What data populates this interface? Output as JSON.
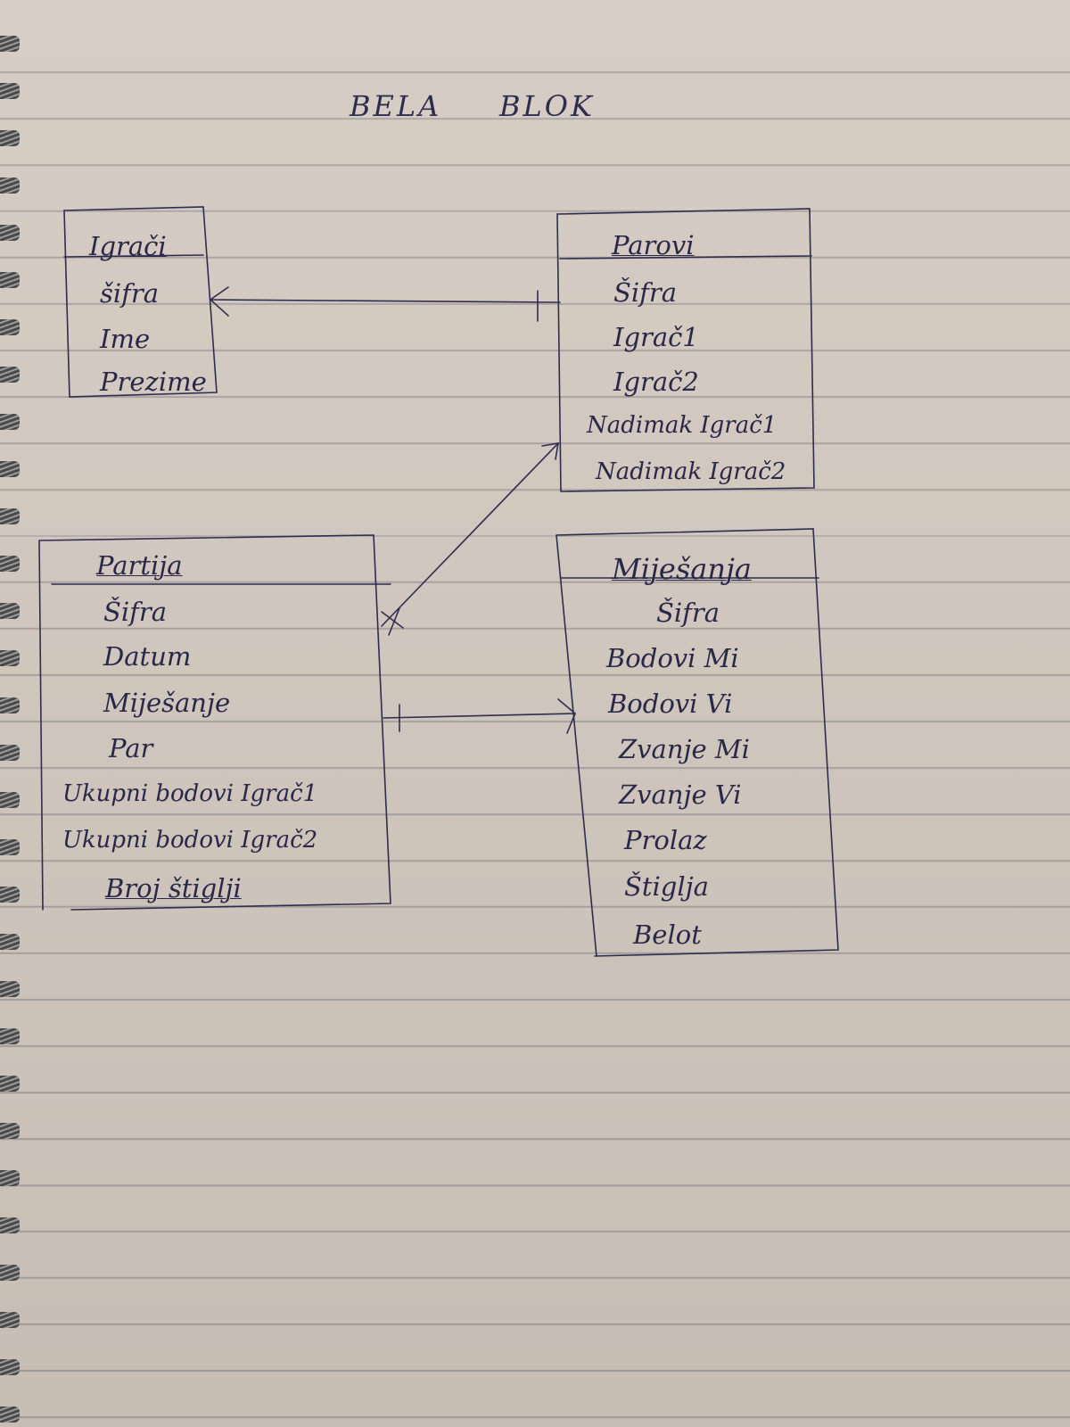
{
  "title": {
    "left": "BELA",
    "right": "BLOK"
  },
  "entities": {
    "igraci": {
      "name": "Igrači",
      "fields": [
        "šifra",
        "Ime",
        "Prezime"
      ]
    },
    "parovi": {
      "name": "Parovi",
      "fields": [
        "Šifra",
        "Igrač1",
        "Igrač2",
        "Nadimak Igrač1",
        "Nadimak Igrač2"
      ]
    },
    "partija": {
      "name": "Partija",
      "fields": [
        "Šifra",
        "Datum",
        "Miješanje",
        "Par",
        "Ukupni bodovi Igrač1",
        "Ukupni bodovi Igrač2",
        "Broj štiglji"
      ]
    },
    "mijesanja": {
      "name": "Miješanja",
      "fields": [
        "Šifra",
        "Bodovi Mi",
        "Bodovi Vi",
        "Zvanje Mi",
        "Zvanje Vi",
        "Prolaz",
        "Štiglja",
        "Belot"
      ]
    }
  },
  "relationships": [
    {
      "from": "parovi",
      "to": "igraci",
      "notation": "one-to-many"
    },
    {
      "from": "partija",
      "to": "parovi",
      "notation": "many-to-one"
    },
    {
      "from": "partija",
      "to": "mijesanja",
      "notation": "one-to-many"
    }
  ],
  "colors": {
    "ink": "#2a2848",
    "paper": "#d3c9bf",
    "rule": "#a9a2a0"
  }
}
